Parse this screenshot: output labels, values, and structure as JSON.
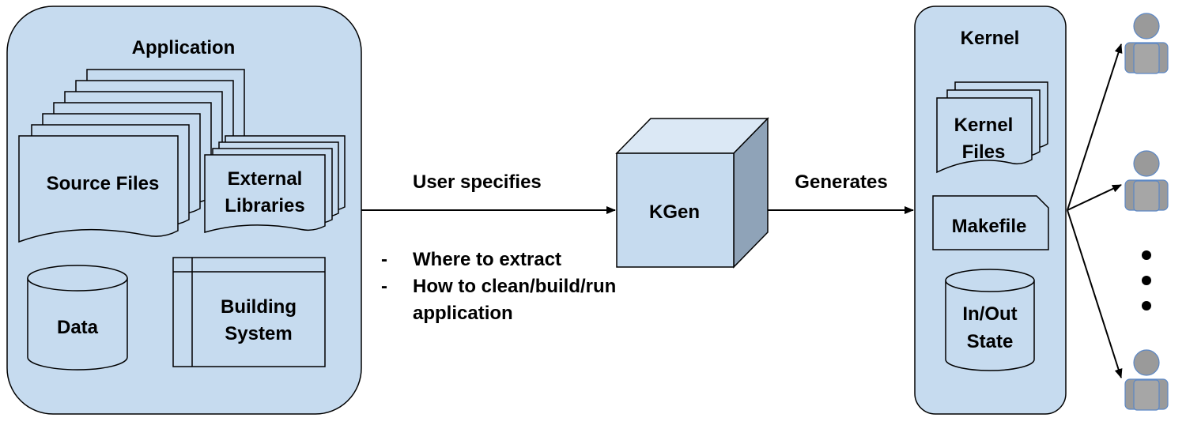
{
  "application": {
    "title": "Application",
    "source_files": "Source Files",
    "external_libraries": [
      "External",
      "Libraries"
    ],
    "data": "Data",
    "building_system": [
      "Building",
      "System"
    ]
  },
  "flow": {
    "user_specifies": "User specifies",
    "bullet_marker": "-",
    "bullet_1": "Where to extract",
    "bullet_2_lines": [
      "How to clean/build/run",
      "application"
    ],
    "kgen": "KGen",
    "generates": "Generates"
  },
  "kernel": {
    "title": "Kernel",
    "kernel_files": [
      "Kernel",
      "Files"
    ],
    "makefile": "Makefile",
    "inout_state": [
      "In/Out",
      "State"
    ]
  },
  "colors": {
    "fill": "#c6dbef",
    "stroke": "#000000",
    "cube_top": "#dbe8f5",
    "cube_side": "#8fa3b8",
    "user_fill": "#9a9a9a",
    "user_stroke": "#5b87c5"
  }
}
